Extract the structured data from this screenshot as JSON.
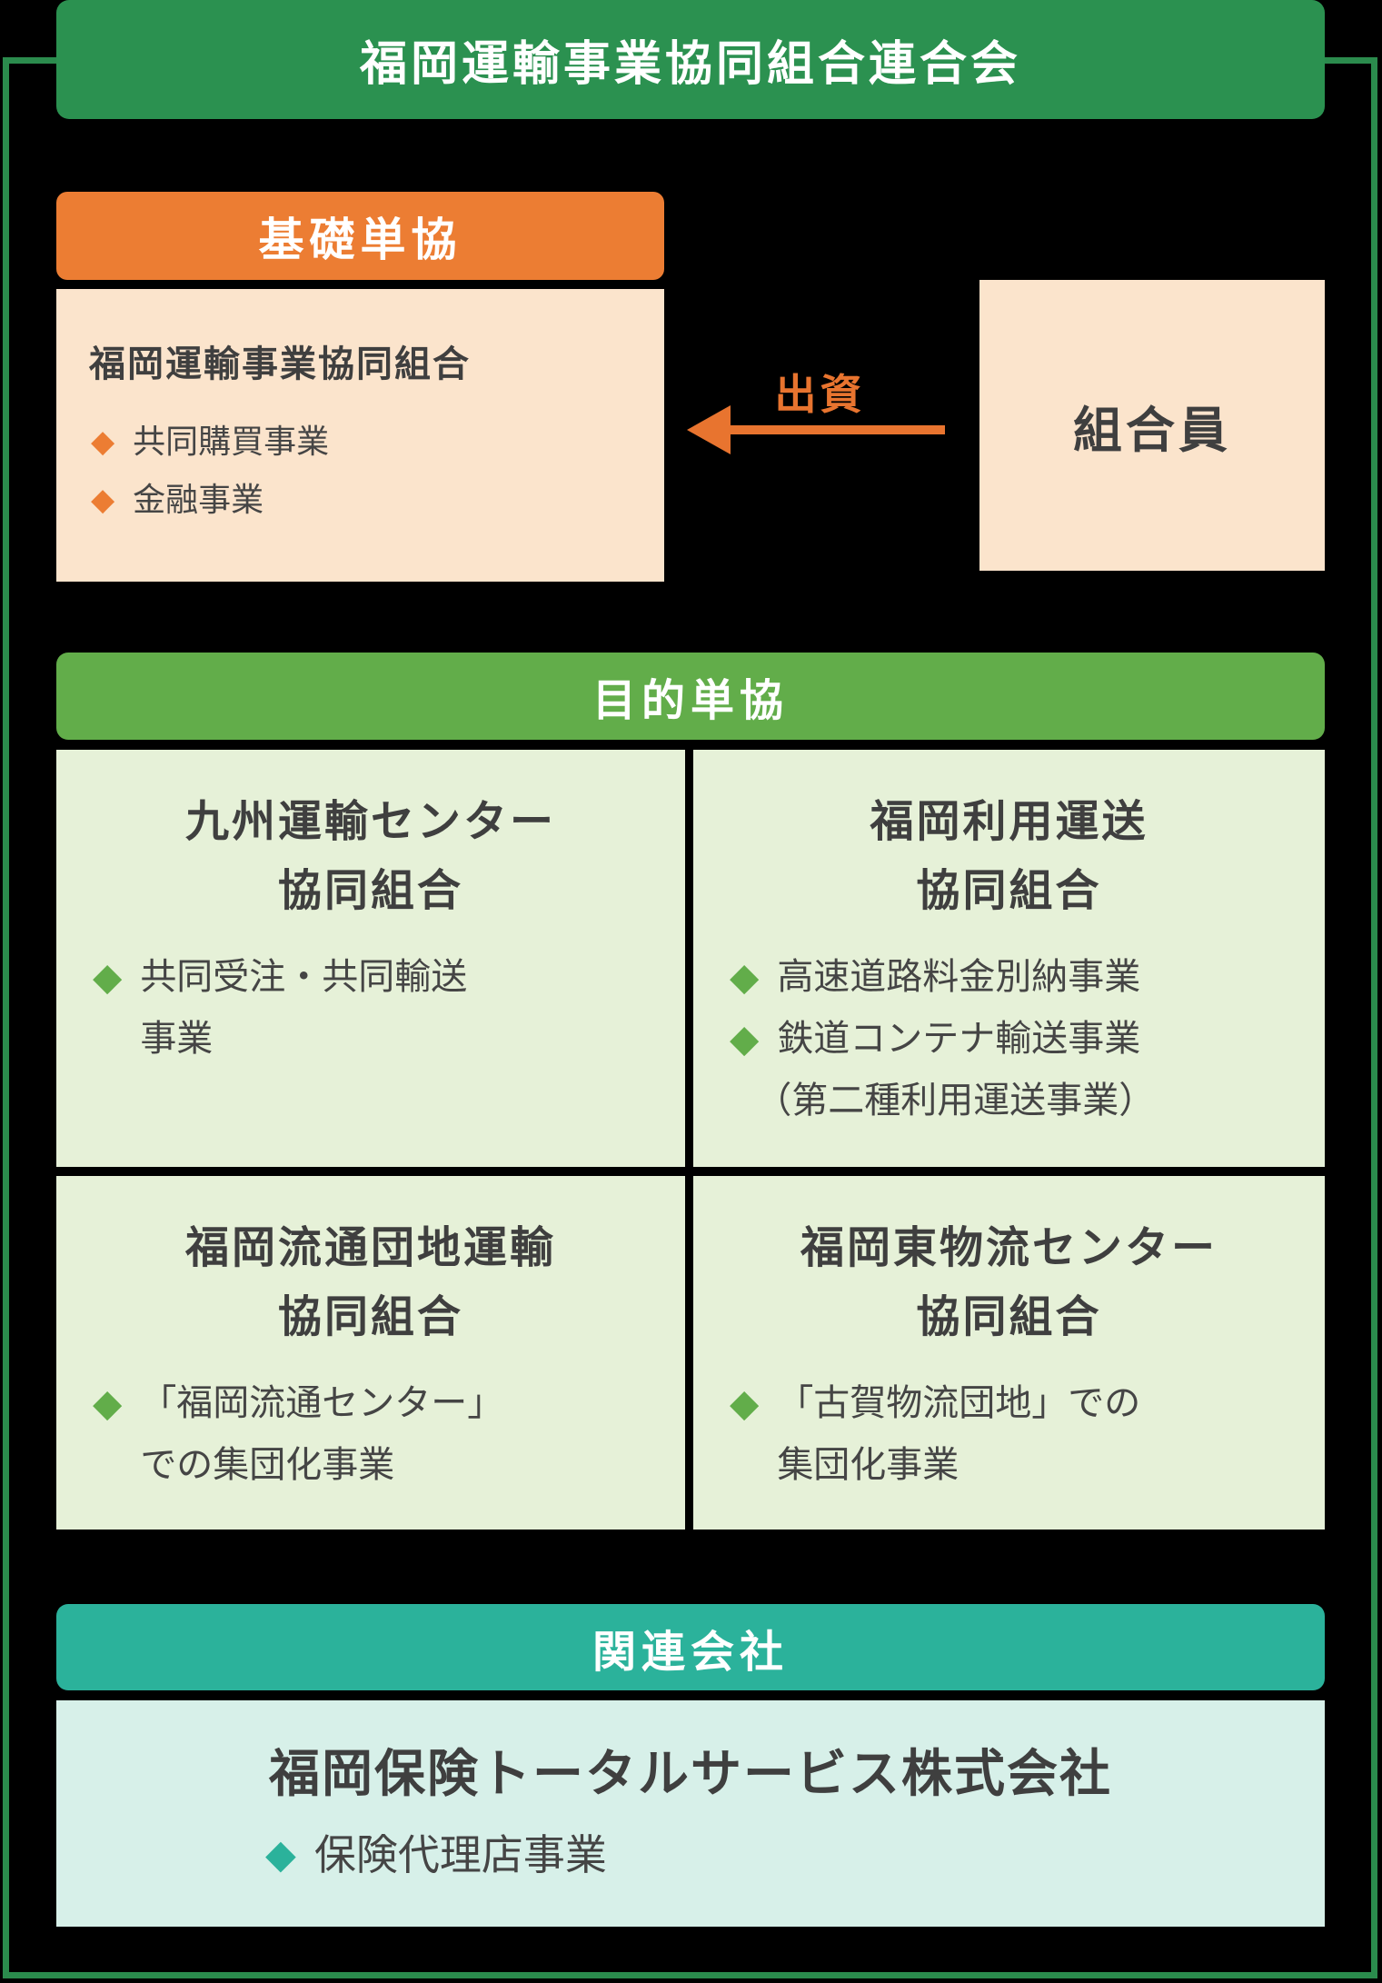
{
  "header": {
    "title": "福岡運輸事業協同組合連合会"
  },
  "icons": {
    "diamond": "◆"
  },
  "base_section": {
    "label": "基礎単協",
    "coop": {
      "title": "福岡運輸事業協同組合",
      "bullets": [
        "共同購買事業",
        "金融事業"
      ]
    },
    "member_label": "組合員",
    "arrow_label": "出資"
  },
  "purpose_section": {
    "label": "目的単協",
    "boxes": [
      {
        "title_lines": [
          "九州運輸センター",
          "協同組合"
        ],
        "bullets": [
          {
            "lines": [
              "共同受注・共同輸送",
              "事業"
            ]
          }
        ]
      },
      {
        "title_lines": [
          "福岡利用運送",
          "協同組合"
        ],
        "bullets": [
          {
            "lines": [
              "高速道路料金別納事業"
            ]
          },
          {
            "lines": [
              "鉄道コンテナ輸送事業",
              "（第二種利用運送事業）"
            ]
          }
        ]
      },
      {
        "title_lines": [
          "福岡流通団地運輸",
          "協同組合"
        ],
        "bullets": [
          {
            "lines": [
              "「福岡流通センター」",
              "での集団化事業"
            ]
          }
        ]
      },
      {
        "title_lines": [
          "福岡東物流センター",
          "協同組合"
        ],
        "bullets": [
          {
            "lines": [
              "「古賀物流団地」での",
              "集団化事業"
            ]
          }
        ]
      }
    ]
  },
  "related_section": {
    "label": "関連会社",
    "company": {
      "title": "福岡保険トータルサービス株式会社",
      "bullets": [
        "保険代理店事業"
      ]
    }
  },
  "colors": {
    "background": "#000000",
    "frame_green": "#2B8B4D",
    "header_green": "#2B9150",
    "section_green": "#62AD4A",
    "light_green": "#E6F1D8",
    "orange": "#EC7D33",
    "cream": "#FBE4CC",
    "arrow_orange": "#E8742F",
    "teal": "#2BB29B",
    "light_teal": "#D7F0E9",
    "text_dark": "#3F3F3F",
    "text_white": "#FFFFFF"
  }
}
